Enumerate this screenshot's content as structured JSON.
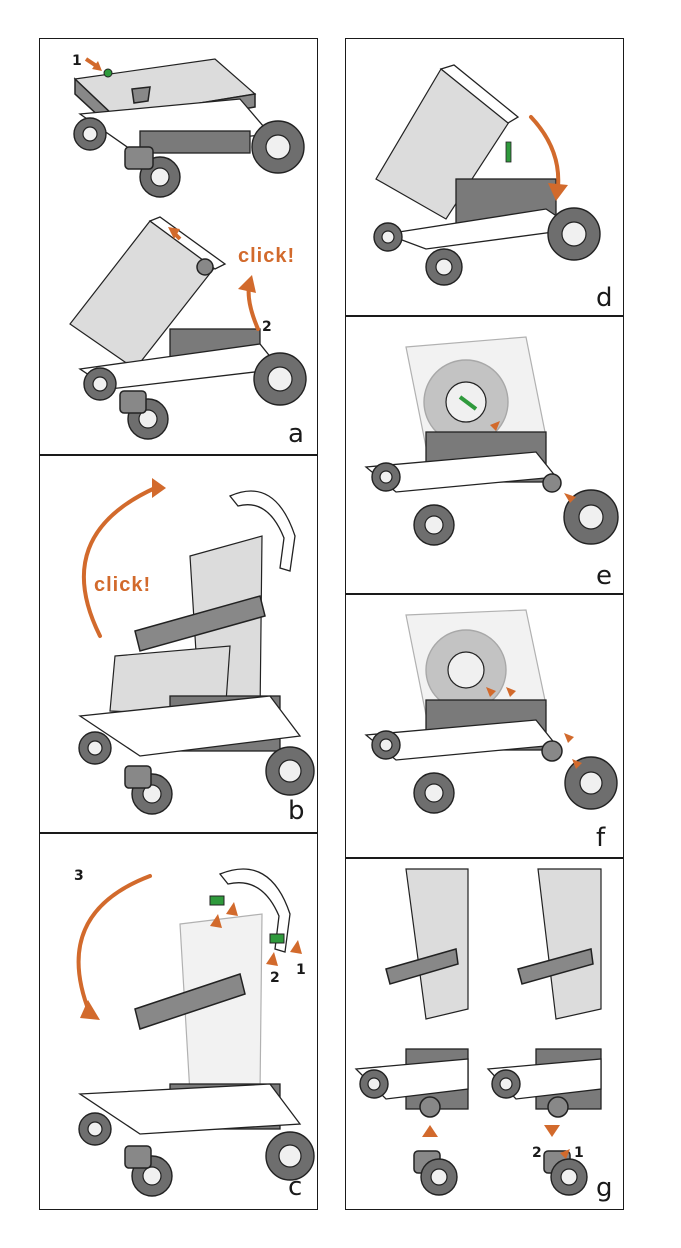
{
  "panels": {
    "a": {
      "label": "a",
      "click": "click!",
      "step1": "1",
      "step2": "2"
    },
    "b": {
      "label": "b",
      "click": "click!"
    },
    "c": {
      "label": "c",
      "step1": "1",
      "step2": "2",
      "step3": "3"
    },
    "d": {
      "label": "d"
    },
    "e": {
      "label": "e"
    },
    "f": {
      "label": "f"
    },
    "g": {
      "label": "g",
      "step1": "1",
      "step2": "2"
    }
  },
  "colors": {
    "accent": "#d26a2c",
    "green": "#2f9a3c",
    "frame_grey": "#888888",
    "seat_grey": "#dcdcdc"
  },
  "icons": [
    "stroller-folded-icon",
    "stroller-unfolding-icon",
    "stroller-open-icon",
    "handlebar-adjust-icon",
    "rear-wheel-remove-icon",
    "front-wheel-remove-icon"
  ]
}
